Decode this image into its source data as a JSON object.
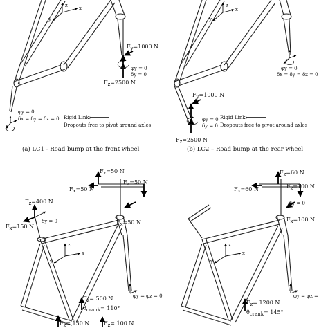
{
  "captions": {
    "lc1": "(a) LC1 - Road bump at the front wheel",
    "lc2": "(b) LC2 – Road bump at the rear wheel"
  },
  "axis_letters": {
    "x": "x",
    "y": "y",
    "z": "z"
  },
  "lc1": {
    "force_fy": "F",
    "force_fy_sub": "y",
    "force_fy_val": "=1000 N",
    "force_fz": "F",
    "force_fz_sub": "z",
    "force_fz_val": "=2500 N",
    "front_bc": [
      "φy = 0",
      "δy = 0"
    ],
    "rear_bc": [
      "φy = 0",
      "δx = δy = δz = 0"
    ],
    "legend_rigid": "Rigid Link:",
    "legend_dropouts": "Dropouts free to pivot around axles"
  },
  "lc2": {
    "front_bc": [
      "φy = 0",
      "δx = δy = δz = 0"
    ],
    "force_fy": "F",
    "force_fy_sub": "y",
    "force_fy_val": "=1000 N",
    "force_fz": "F",
    "force_fz_sub": "z",
    "force_fz_val": "=2500 N",
    "rear_bc": [
      "φy = 0",
      "δy = 0"
    ],
    "legend_rigid": "Rigid Link:",
    "legend_dropouts": "Dropouts free to pivot around axles"
  },
  "lc3": {
    "fz_top": "F",
    "fz_top_sub": "z",
    "fz_top_val": "=50 N",
    "fx_left": "F",
    "fx_left_sub": "x",
    "fx_left_val": "=50 N",
    "fz_right": "F",
    "fz_right_sub": "z",
    "fz_right_val": "=50 N",
    "fx_bottom": "F",
    "fx_bottom_sub": "x",
    "fx_bottom_val": "=50 N",
    "fz_seat": "F",
    "fz_seat_sub": "z",
    "fz_seat_val": "=400 N",
    "fx_seat": "F",
    "fx_seat_sub": "x",
    "fx_seat_val": "=150 N",
    "seat_bc": "δy = 0",
    "fz_crank": "F",
    "fz_crank_sub": "z",
    "fz_crank_val": "= 500 N",
    "theta": "θ",
    "theta_sub": "crank",
    "theta_val": "= 110°",
    "fz_pedal_left": "F",
    "fz_pedal_left_sub": "z",
    "fz_pedal_left_val": "= 150 N",
    "fz_pedal_right": "F",
    "fz_pedal_right_sub": "z",
    "fz_pedal_right_val": "= 100 N",
    "right_bc": "φy = φz = 0"
  },
  "lc4": {
    "fz_top": "F",
    "fz_top_sub": "z",
    "fz_top_val": "=60 N",
    "fx_left": "F",
    "fx_left_sub": "x",
    "fx_left_val": "=60 N",
    "fz_right": "F",
    "fz_right_sub": "z",
    "fz_right_val": "=100 N",
    "fx_bottom": "F",
    "fx_bottom_sub": "x",
    "fx_bottom_val": "=100 N",
    "head_bc": "δy = 0",
    "fz_crank": "F",
    "fz_crank_sub": "z",
    "fz_crank_val": "= 1200 N",
    "theta": "θ",
    "theta_sub": "crank",
    "theta_val": "= 145°",
    "right_bc": "φy = φz ="
  }
}
